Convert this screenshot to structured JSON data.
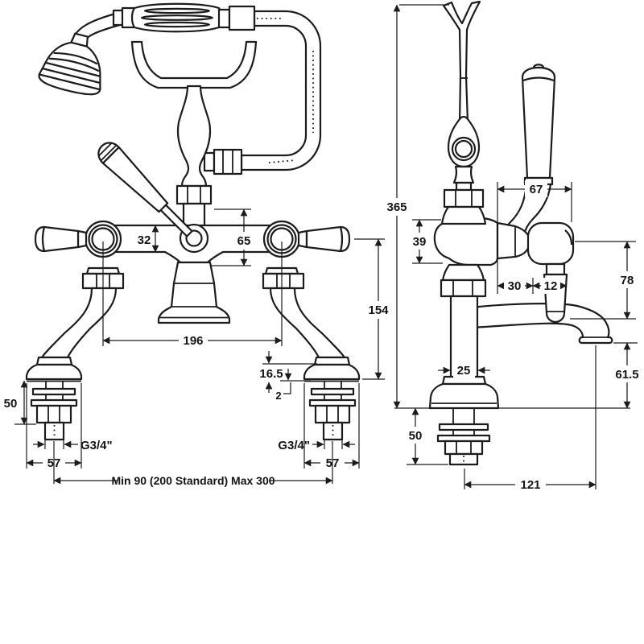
{
  "drawing": {
    "colors": {
      "line": "#1c1c1c",
      "background": "#ffffff"
    },
    "labels": {
      "d32": "32",
      "d65": "65",
      "d154": "154",
      "d196": "196",
      "d16_5": "16.5",
      "d2": "2",
      "d50_front": "50",
      "g34_left": "G3/4\"",
      "d57_left": "57",
      "min_max": "Min 90 (200 Standard) Max 300",
      "g34_right": "G3/4\"",
      "d57_right": "57",
      "d365": "365",
      "d39": "39",
      "d67": "67",
      "d30": "30",
      "d12": "12",
      "d78": "78",
      "d61_5": "61.5",
      "d25": "25",
      "d50_side": "50",
      "d121": "121"
    }
  }
}
